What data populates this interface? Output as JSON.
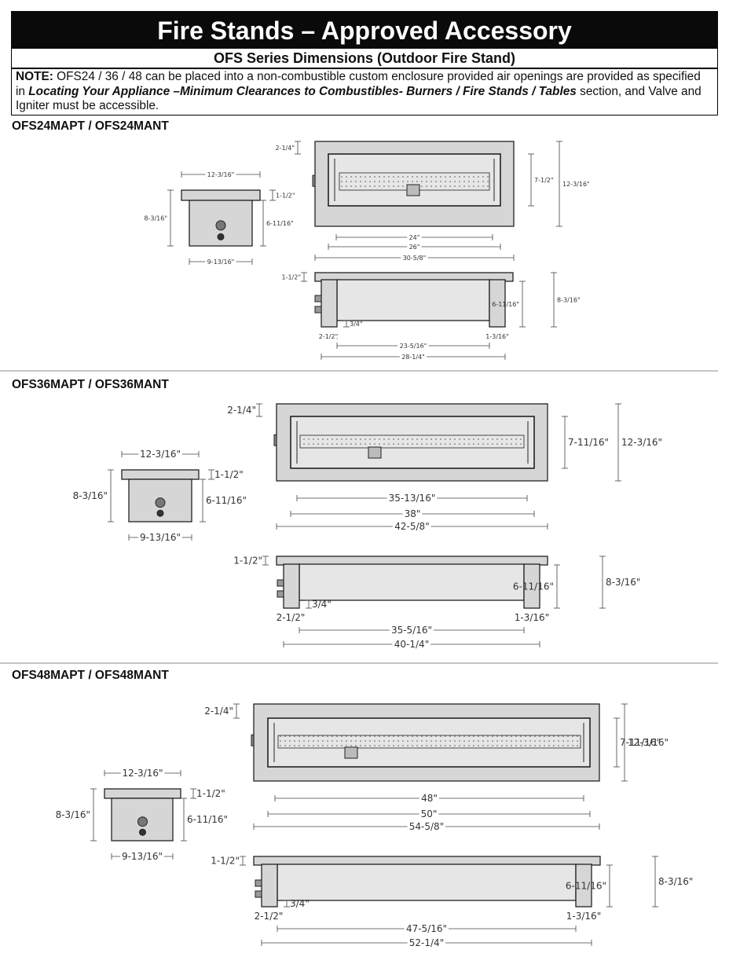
{
  "header": {
    "title": "Fire Stands – Approved Accessory",
    "subtitle": "OFS Series Dimensions (Outdoor Fire Stand)"
  },
  "note": {
    "label": "NOTE:",
    "text1": " OFS24 / 36 / 48 can be placed into a non-combustible custom enclosure provided air openings are provided as specified in ",
    "emphasis": "Locating Your Appliance –Minimum Clearances to Combustibles- Burners / Fire Stands / Tables",
    "text2": " section, and Valve and Igniter must be accessible."
  },
  "sections": [
    {
      "model": "OFS24MAPT / OFS24MANT",
      "side": {
        "width": "12-3/16\"",
        "top_thickness": "1-1/2\"",
        "overall_height": "8-3/16\"",
        "body_height": "6-11/16\"",
        "base_width": "9-13/16\""
      },
      "top": {
        "edge": "2-1/4\"",
        "inner_depth": "7-1/2\"",
        "outer_depth": "12-3/16\"",
        "dim_a": "24\"",
        "dim_b": "26\"",
        "dim_c": "30-5/8\""
      },
      "front": {
        "top_thickness": "1-1/2\"",
        "body_height": "6-11/16\"",
        "overall_height": "8-3/16\"",
        "offset": "2-1/2\"",
        "clearance": "3/4\"",
        "leg": "1-3/16\"",
        "inner_length": "23-5/16\"",
        "overall_length": "28-1/4\""
      }
    },
    {
      "model": "OFS36MAPT / OFS36MANT",
      "side": {
        "width": "12-3/16\"",
        "top_thickness": "1-1/2\"",
        "overall_height": "8-3/16\"",
        "body_height": "6-11/16\"",
        "base_width": "9-13/16\""
      },
      "top": {
        "edge": "2-1/4\"",
        "inner_depth": "7-11/16\"",
        "outer_depth": "12-3/16\"",
        "dim_a": "35-13/16\"",
        "dim_b": "38\"",
        "dim_c": "42-5/8\""
      },
      "front": {
        "top_thickness": "1-1/2\"",
        "body_height": "6-11/16\"",
        "overall_height": "8-3/16\"",
        "offset": "2-1/2\"",
        "clearance": "3/4\"",
        "leg": "1-3/16\"",
        "inner_length": "35-5/16\"",
        "overall_length": "40-1/4\""
      }
    },
    {
      "model": "OFS48MAPT / OFS48MANT",
      "side": {
        "width": "12-3/16\"",
        "top_thickness": "1-1/2\"",
        "overall_height": "8-3/16\"",
        "body_height": "6-11/16\"",
        "base_width": "9-13/16\""
      },
      "top": {
        "edge": "2-1/4\"",
        "inner_depth": "7-11/16\"",
        "outer_depth": "12-3/16\"",
        "dim_a": "48\"",
        "dim_b": "50\"",
        "dim_c": "54-5/8\""
      },
      "front": {
        "top_thickness": "1-1/2\"",
        "body_height": "6-11/16\"",
        "overall_height": "8-3/16\"",
        "offset": "2-1/2\"",
        "clearance": "3/4\"",
        "leg": "1-3/16\"",
        "inner_length": "47-5/16\"",
        "overall_length": "52-1/4\""
      }
    }
  ]
}
